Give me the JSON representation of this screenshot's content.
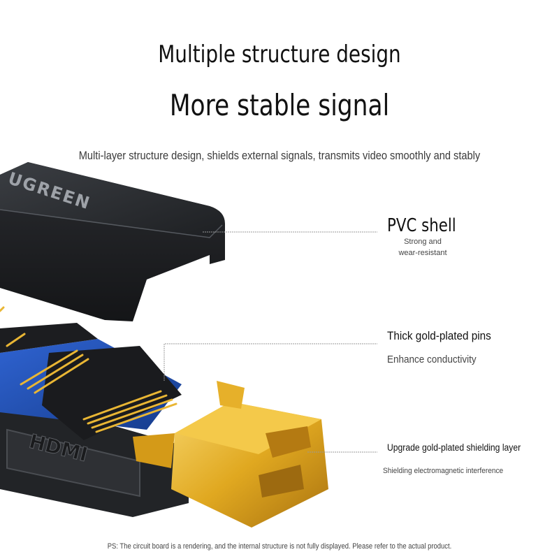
{
  "header": {
    "title": "Multiple structure design",
    "subtitle": "More stable signal",
    "description": "Multi-layer structure design, shields external signals, transmits video smoothly and stably"
  },
  "product": {
    "brand_text": "UGREEN",
    "port_text": "HDMI"
  },
  "callouts": [
    {
      "title": "PVC shell",
      "desc_line1": "Strong and",
      "desc_line2": "wear-resistant"
    },
    {
      "title": "Thick gold-plated pins",
      "desc": "Enhance conductivity"
    },
    {
      "title": "Upgrade gold-plated shielding layer",
      "desc": "Shielding electromagnetic interference"
    }
  ],
  "footer_note": "PS: The circuit board is a rendering, and the internal structure is not fully displayed. Please refer to the actual product.",
  "colors": {
    "shell": "#2b2d30",
    "gold": "#e0a820",
    "board": "#1f4fb0",
    "leader": "#9a9a9a"
  }
}
